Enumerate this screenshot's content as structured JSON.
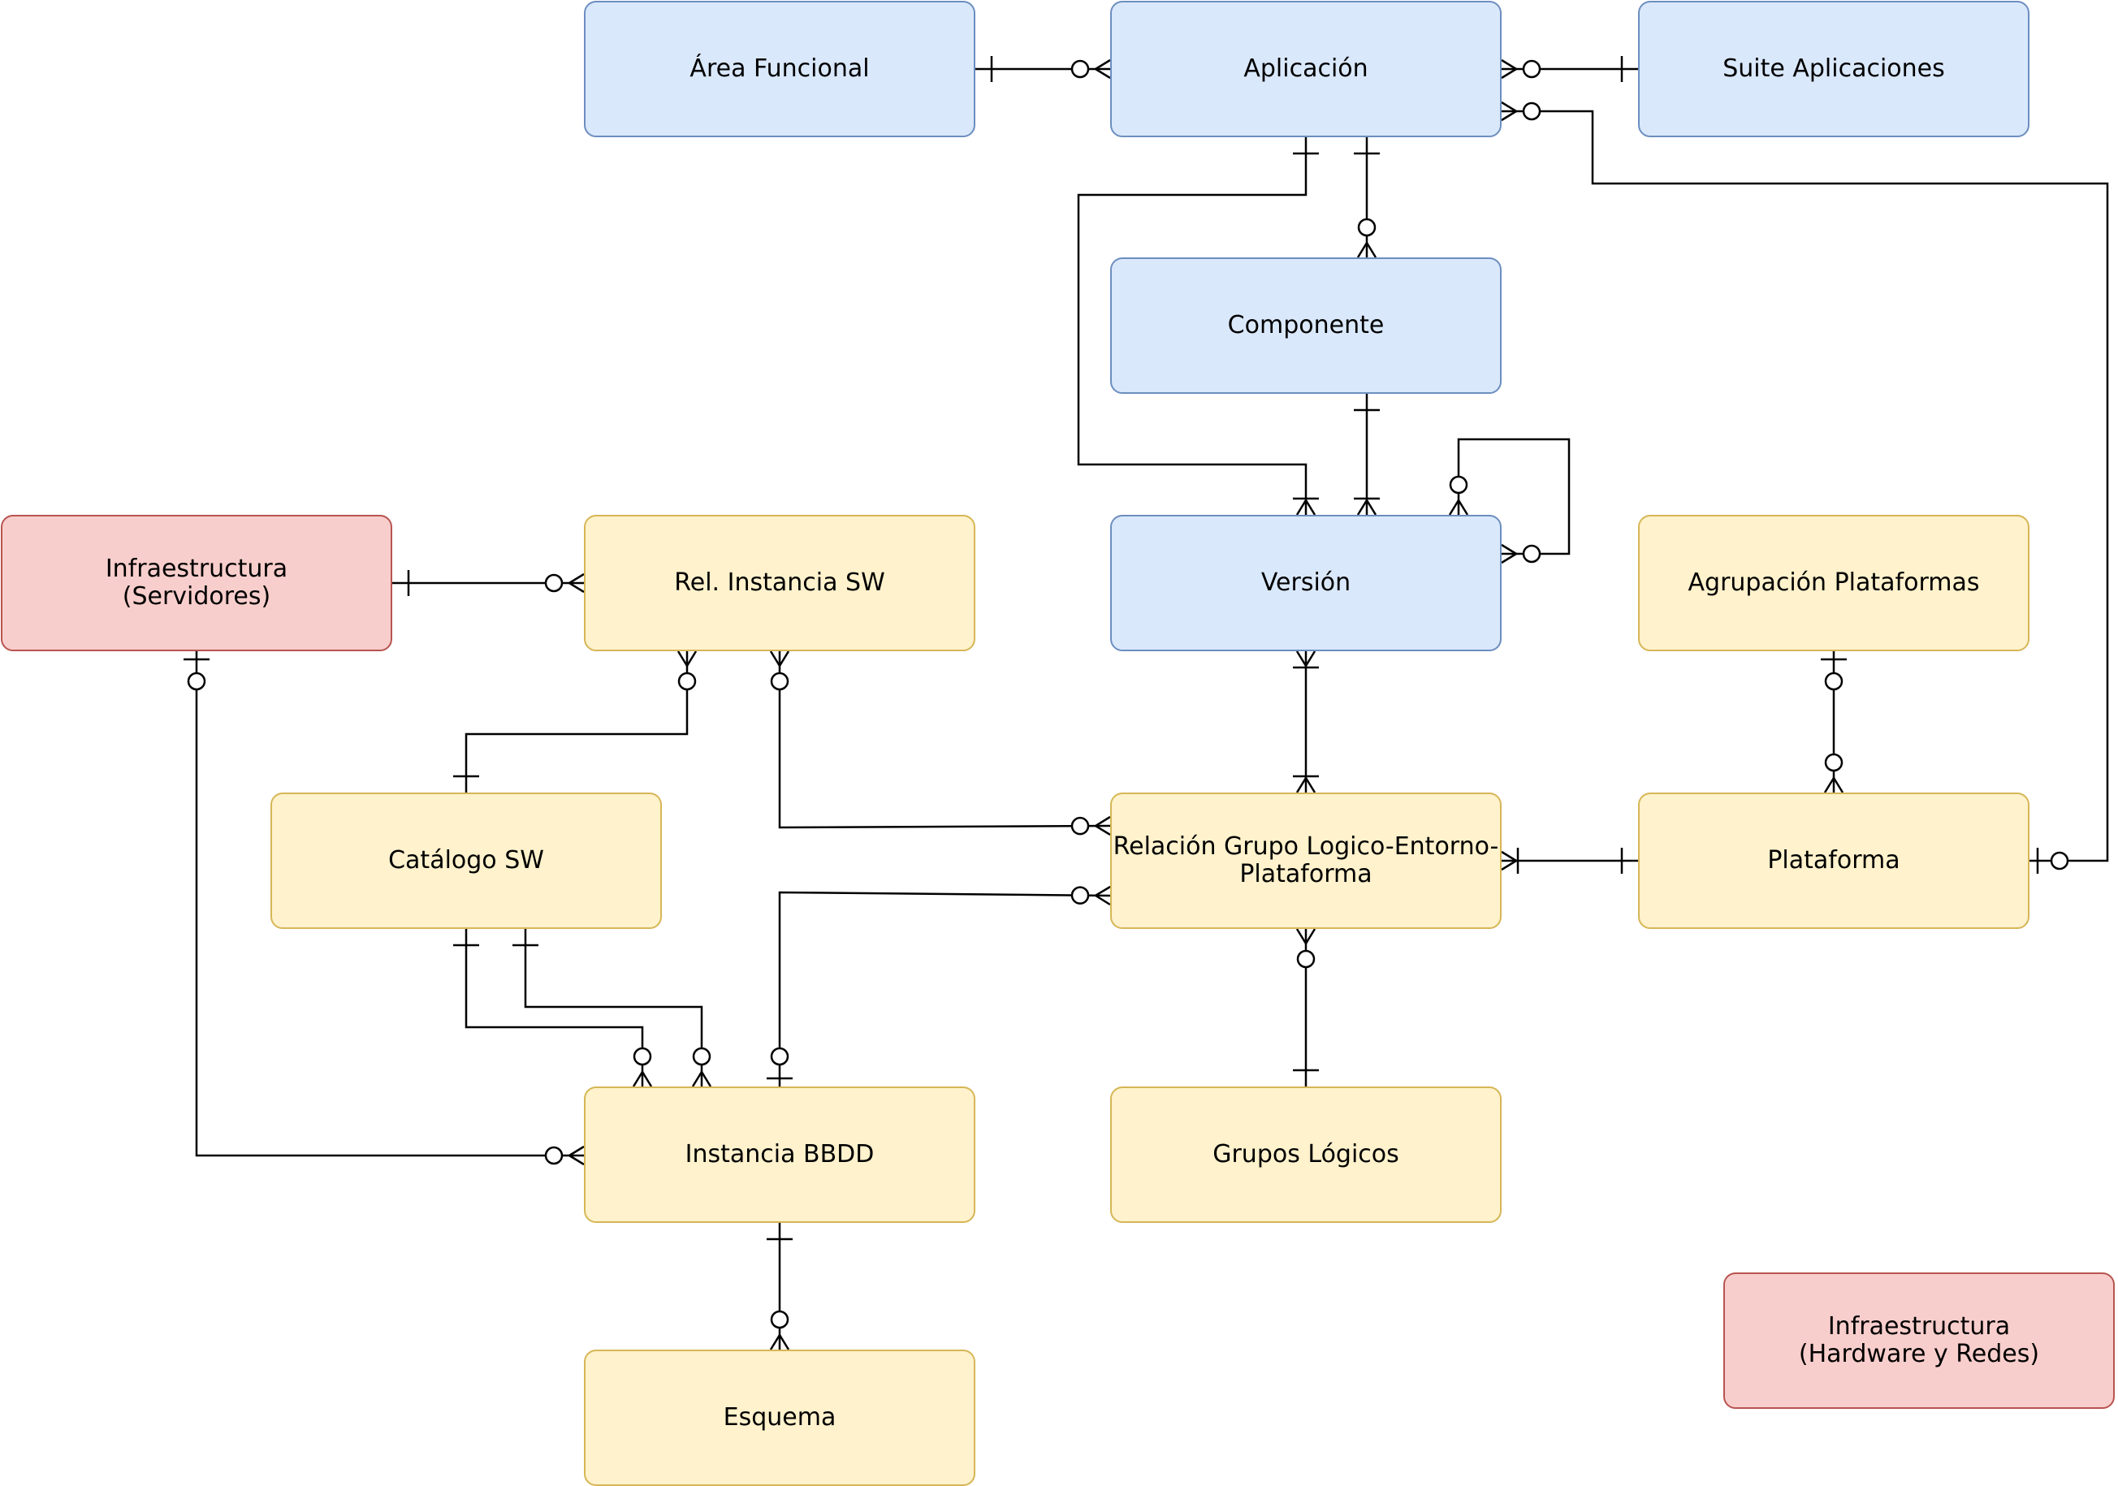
{
  "entities": {
    "area_funcional": "Área Funcional",
    "aplicacion": "Aplicación",
    "suite_aplicaciones": "Suite Aplicaciones",
    "componente": "Componente",
    "infra_servidores": "Infraestructura\n(Servidores)",
    "rel_instancia_sw": "Rel. Instancia SW",
    "version": "Versión",
    "agrupacion_plataformas": "Agrupación Plataformas",
    "catalogo_sw": "Catálogo SW",
    "relacion_grupo": "Relación Grupo Logico-Entorno-\nPlataforma",
    "plataforma": "Plataforma",
    "instancia_bbdd": "Instancia BBDD",
    "grupos_logicos": "Grupos Lógicos",
    "esquema": "Esquema",
    "infra_hardware": "Infraestructura\n(Hardware y Redes)"
  },
  "relationships": [
    {
      "from": "Área Funcional",
      "from_card": "one",
      "to": "Aplicación",
      "to_card": "zero-or-many"
    },
    {
      "from": "Suite Aplicaciones",
      "from_card": "one",
      "to": "Aplicación",
      "to_card": "zero-or-many"
    },
    {
      "from": "Plataforma",
      "from_card": "zero-or-one",
      "to": "Aplicación",
      "to_card": "zero-or-many"
    },
    {
      "from": "Aplicación",
      "from_card": "one",
      "to": "Componente",
      "to_card": "zero-or-many"
    },
    {
      "from": "Aplicación",
      "from_card": "one",
      "to": "Versión",
      "to_card": "one-or-many"
    },
    {
      "from": "Componente",
      "from_card": "one",
      "to": "Versión",
      "to_card": "one-or-many"
    },
    {
      "from": "Versión",
      "from_card": "zero-or-many",
      "to": "Versión",
      "to_card": "zero-or-many"
    },
    {
      "from": "Versión",
      "from_card": "one-or-many",
      "to": "Relación Grupo Logico-Entorno-Plataforma",
      "to_card": "one-or-many"
    },
    {
      "from": "Infraestructura (Servidores)",
      "from_card": "one",
      "to": "Rel. Instancia SW",
      "to_card": "zero-or-many"
    },
    {
      "from": "Infraestructura (Servidores)",
      "from_card": "zero-or-one",
      "to": "Instancia BBDD",
      "to_card": "zero-or-many"
    },
    {
      "from": "Catálogo SW",
      "from_card": "one",
      "to": "Rel. Instancia SW",
      "to_card": "zero-or-many"
    },
    {
      "from": "Rel. Instancia SW",
      "from_card": "zero-or-many",
      "to": "Relación Grupo Logico-Entorno-Plataforma",
      "to_card": "zero-or-many"
    },
    {
      "from": "Instancia BBDD",
      "from_card": "zero-or-one",
      "to": "Relación Grupo Logico-Entorno-Plataforma",
      "to_card": "zero-or-many"
    },
    {
      "from": "Catálogo SW",
      "from_card": "one",
      "to": "Instancia BBDD",
      "to_card": "zero-or-many"
    },
    {
      "from": "Catálogo SW",
      "from_card": "one",
      "to": "Instancia BBDD",
      "to_card": "zero-or-many"
    },
    {
      "from": "Agrupación Plataformas",
      "from_card": "zero-or-one",
      "to": "Plataforma",
      "to_card": "zero-or-many"
    },
    {
      "from": "Plataforma",
      "from_card": "one",
      "to": "Relación Grupo Logico-Entorno-Plataforma",
      "to_card": "one-or-many"
    },
    {
      "from": "Grupos Lógicos",
      "from_card": "one",
      "to": "Relación Grupo Logico-Entorno-Plataforma",
      "to_card": "zero-or-many"
    },
    {
      "from": "Instancia BBDD",
      "from_card": "one",
      "to": "Esquema",
      "to_card": "zero-or-many"
    }
  ],
  "colors": {
    "application_fill": "#dae8fc",
    "application_stroke": "#6c8ebf",
    "data_fill": "#fff2cc",
    "data_stroke": "#d6b656",
    "infra_fill": "#f8cecc",
    "infra_stroke": "#b85450",
    "line": "#000000"
  }
}
